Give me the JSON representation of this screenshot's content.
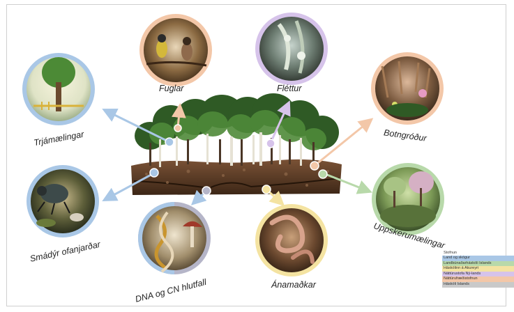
{
  "labels": {
    "fuglar": "Fuglar",
    "flettur": "Fléttur",
    "trjamaelingar": "Trjámælingar",
    "botngrodur": "Botngróður",
    "smadyr": "Smádýr ofanjarðar",
    "uppskera": "Uppskerumælingar",
    "dna": "DNA og CN hlutfall",
    "anamadkar": "Ánamaðkar"
  },
  "legend": {
    "title": "Stofnun",
    "items": [
      {
        "label": "Land og skógur",
        "color": "#a9c7e6"
      },
      {
        "label": "Landbúnaðarháskóli Íslands",
        "color": "#b8d9aa"
      },
      {
        "label": "Háskólinn á Akureyri",
        "color": "#f4e3a1"
      },
      {
        "label": "Náttúrustofa Ný-lands",
        "color": "#d6c3ea"
      },
      {
        "label": "Náttúrufræðistofnun",
        "color": "#f3c7a8"
      },
      {
        "label": "Háskóli Íslands",
        "color": "#c9c9c9"
      }
    ]
  },
  "colors": {
    "blue": "#a9c7e6",
    "green": "#b8d9aa",
    "yellow": "#f4e3a1",
    "purple": "#d6c3ea",
    "orange": "#f3c7a8",
    "gray": "#b5b5c8"
  }
}
